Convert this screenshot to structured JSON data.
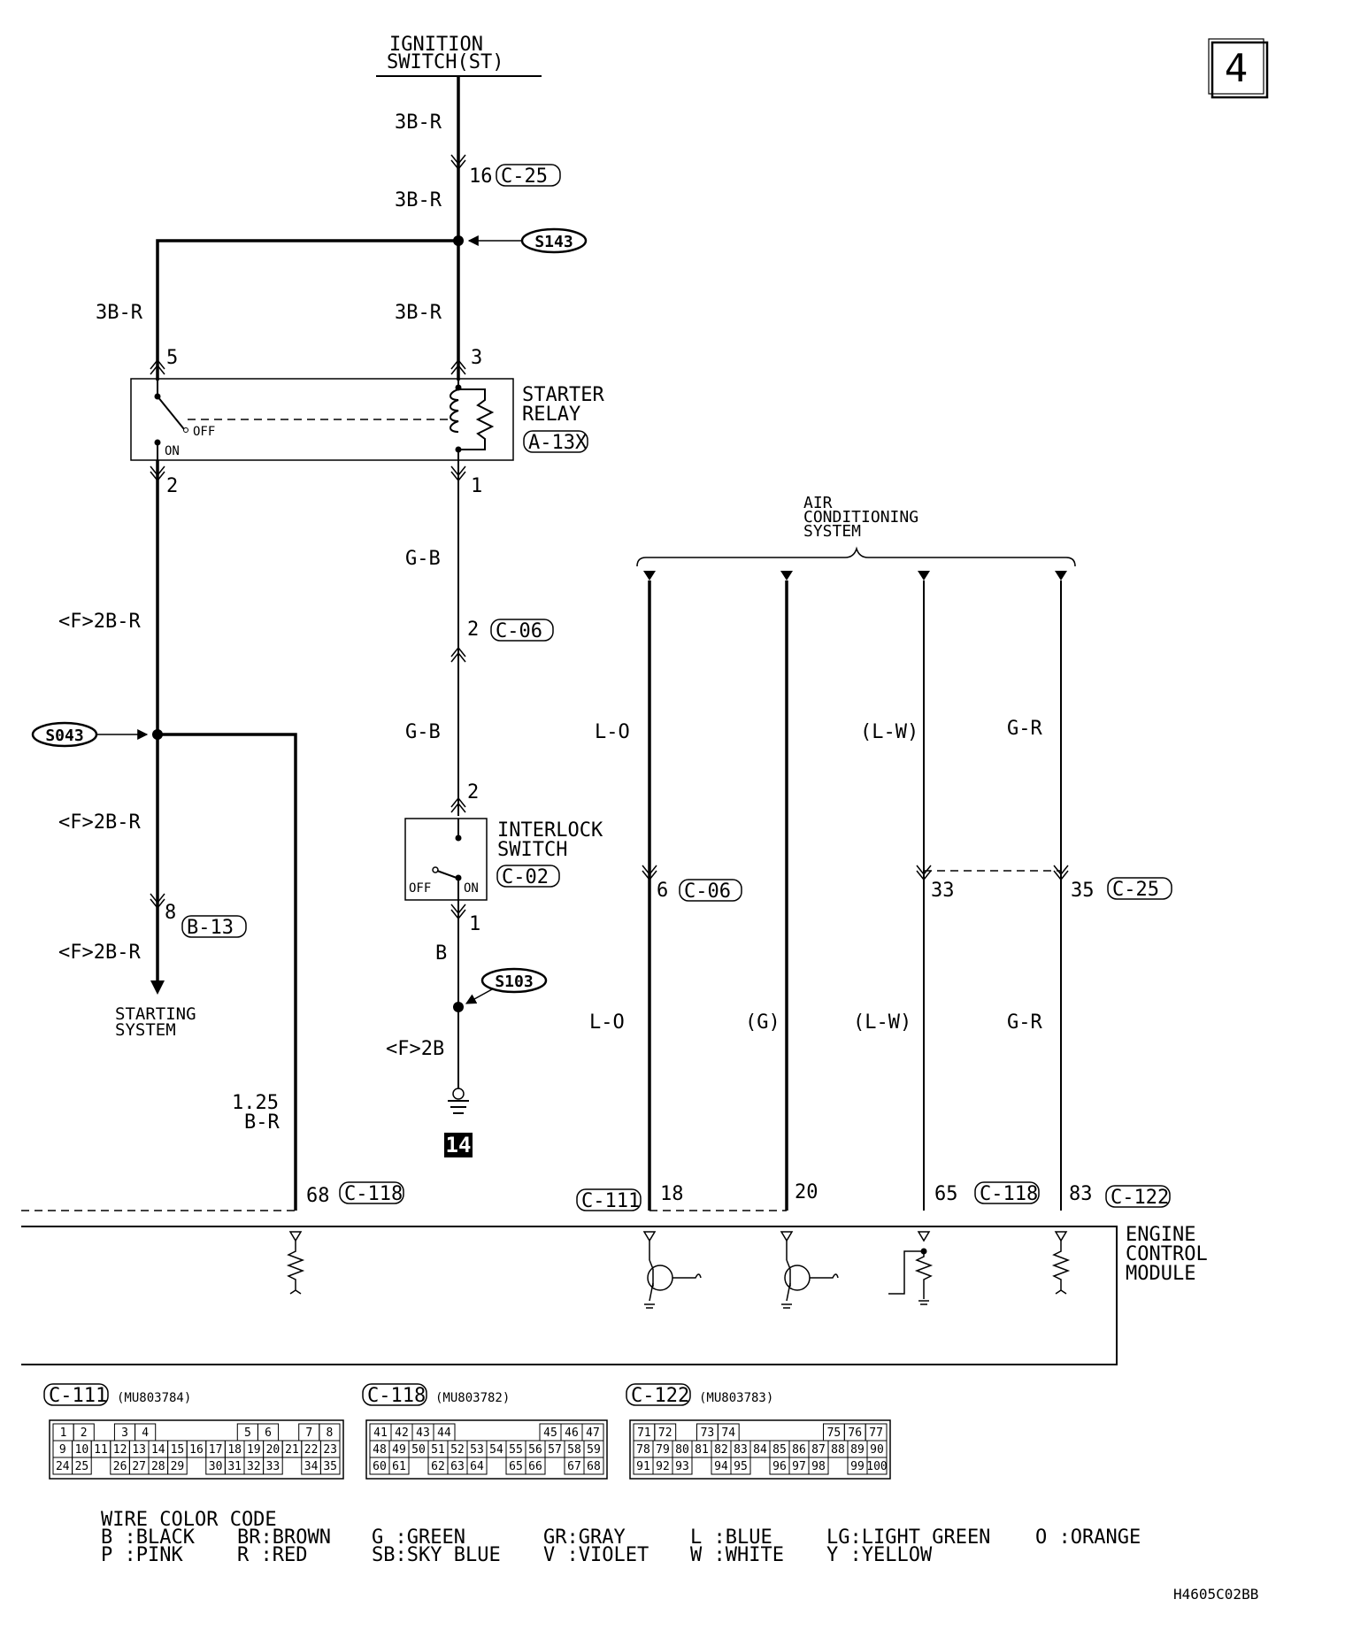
{
  "page_number": "4",
  "ignition_switch": {
    "line1": "IGNITION",
    "line2": "SWITCH(ST)"
  },
  "wires": {
    "w1": "3B-R",
    "w2": "3B-R",
    "w3": "3B-R",
    "w4": "3B-R",
    "gb1": "G-B",
    "gb2": "G-B",
    "f2br1": "<F>2B-R",
    "f2br2": "<F>2B-R",
    "f2br3": "<F>2B-R",
    "b": "B",
    "f2b": "<F>2B",
    "br125a": "1.25",
    "br125b": "B-R",
    "lo1": "L-O",
    "lo2": "L-O",
    "g": "(G)",
    "lw1": "(L-W)",
    "lw2": "(L-W)",
    "gr1": "G-R",
    "gr2": "G-R"
  },
  "connectors": {
    "c25a": "C-25",
    "c25b": "C-25",
    "c06a": "C-06",
    "c06b": "C-06",
    "a13x": "A-13X",
    "c02": "C-02",
    "b13": "B-13",
    "c118a": "C-118",
    "c118b": "C-118",
    "c111": "C-111",
    "c122": "C-122"
  },
  "pins": {
    "p16": "16",
    "p5": "5",
    "p3": "3",
    "p2a": "2",
    "p1a": "1",
    "p2b": "2",
    "p2c": "2",
    "p1b": "1",
    "p8": "8",
    "p6": "6",
    "p33": "33",
    "p35": "35",
    "p68": "68",
    "p18": "18",
    "p20": "20",
    "p65": "65",
    "p83": "83"
  },
  "splices": {
    "s143": "S143",
    "s043": "S043",
    "s103": "S103"
  },
  "components": {
    "starter_relay": {
      "line1": "STARTER",
      "line2": "RELAY",
      "off": "OFF",
      "on": "ON"
    },
    "interlock": {
      "line1": "INTERLOCK",
      "line2": "SWITCH",
      "off": "OFF",
      "on": "ON"
    },
    "ac": {
      "line1": "AIR",
      "line2": "CONDITIONING",
      "line3": "SYSTEM"
    },
    "starting": {
      "line1": "STARTING",
      "line2": "SYSTEM"
    },
    "ecm": {
      "line1": "ENGINE",
      "line2": "CONTROL",
      "line3": "MODULE"
    },
    "ground": "14"
  },
  "connector_tables": {
    "c111": {
      "name": "C-111",
      "part": "(MU803784)",
      "rows": [
        [
          "1",
          "2",
          "",
          "3",
          "4",
          "",
          "",
          "",
          "",
          "5",
          "6",
          "",
          "7",
          "8"
        ],
        [
          "9",
          "10",
          "11",
          "12",
          "13",
          "14",
          "15",
          "16",
          "17",
          "18",
          "19",
          "20",
          "21",
          "22",
          "23"
        ],
        [
          "24",
          "25",
          "",
          "26",
          "27",
          "28",
          "29",
          "",
          "30",
          "31",
          "32",
          "33",
          "",
          "34",
          "35"
        ]
      ]
    },
    "c118": {
      "name": "C-118",
      "part": "(MU803782)",
      "rows": [
        [
          "41",
          "42",
          "43",
          "44",
          "",
          "",
          "",
          "",
          "45",
          "46",
          "47"
        ],
        [
          "48",
          "49",
          "50",
          "51",
          "52",
          "53",
          "54",
          "55",
          "56",
          "57",
          "58",
          "59"
        ],
        [
          "60",
          "61",
          "",
          "62",
          "63",
          "64",
          "",
          "65",
          "66",
          "",
          "67",
          "68"
        ]
      ]
    },
    "c122": {
      "name": "C-122",
      "part": "(MU803783)",
      "rows": [
        [
          "71",
          "72",
          "",
          "73",
          "74",
          "",
          "",
          "",
          "",
          "75",
          "76",
          "77"
        ],
        [
          "78",
          "79",
          "80",
          "81",
          "82",
          "83",
          "84",
          "85",
          "86",
          "87",
          "88",
          "89",
          "90"
        ],
        [
          "91",
          "92",
          "93",
          "",
          "94",
          "95",
          "",
          "96",
          "97",
          "98",
          "",
          "99",
          "100"
        ]
      ]
    }
  },
  "color_code": {
    "title": "WIRE COLOR CODE",
    "row1": [
      "B :BLACK",
      "BR:BROWN",
      "G :GREEN",
      "GR:GRAY",
      "L :BLUE",
      "LG:LIGHT GREEN",
      "O :ORANGE"
    ],
    "row2": [
      "P :PINK",
      "R :RED",
      "SB:SKY BLUE",
      "V :VIOLET",
      "W :WHITE",
      "Y :YELLOW"
    ]
  },
  "figure_code": "H4605C02BB"
}
